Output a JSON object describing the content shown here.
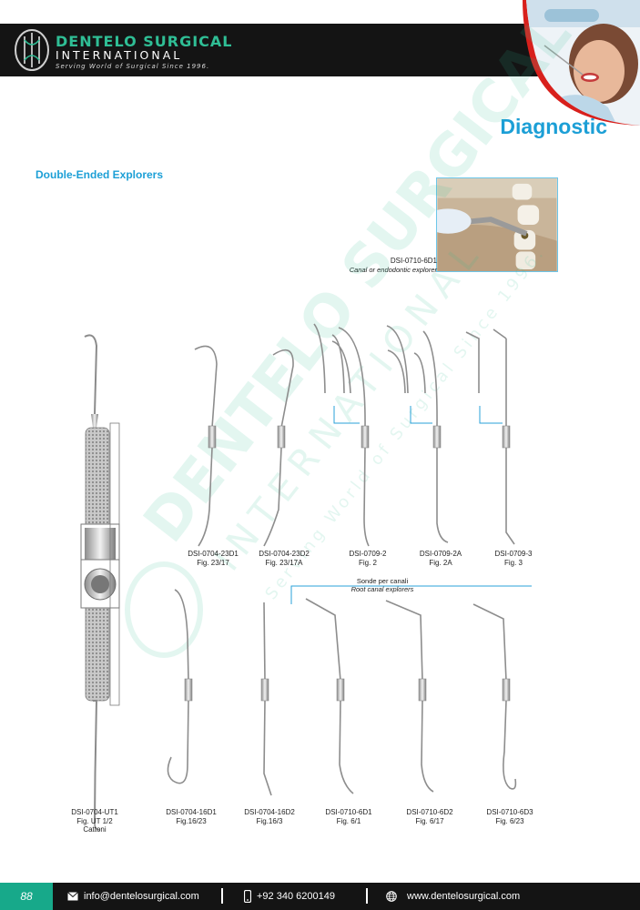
{
  "brand": {
    "name": "DENTELO SURGICAL",
    "sub": "INTERNATIONAL",
    "tagline": "Serving World of Surgical Since 1996."
  },
  "page_title": "Diagnostic",
  "section_title": "Double-Ended Explorers",
  "inset": {
    "code": "DSI-0710-6D1",
    "desc": "Canal or endodontic explorer"
  },
  "root_canal": {
    "it": "Sonde  per canali",
    "en": "Root canal explorers"
  },
  "products_top": [
    {
      "code": "DSI-0704-23D1",
      "fig": "Fig. 23/17"
    },
    {
      "code": "DSI-0704-23D2",
      "fig": "Fig. 23/17A"
    },
    {
      "code": "DSI-0709-2",
      "fig": "Fig. 2"
    },
    {
      "code": "DSI-0709-2A",
      "fig": "Fig. 2A"
    },
    {
      "code": "DSI-0709-3",
      "fig": "Fig. 3"
    }
  ],
  "products_bottom": [
    {
      "code": "DSI-0704-UT1",
      "fig": "Fig. UT 1/2",
      "note": "Cattoni"
    },
    {
      "code": "DSI-0704-16D1",
      "fig": "Fig.16/23"
    },
    {
      "code": "DSI-0704-16D2",
      "fig": "Fig.16/3"
    },
    {
      "code": "DSI-0710-6D1",
      "fig": "Fig. 6/1"
    },
    {
      "code": "DSI-0710-6D2",
      "fig": "Fig. 6/17"
    },
    {
      "code": "DSI-0710-6D3",
      "fig": "Fig. 6/23"
    }
  ],
  "footer": {
    "page": "88",
    "email": "info@dentelosurgical.com",
    "phone": "+92 340 6200149",
    "web": "www.dentelosurgical.com"
  },
  "colors": {
    "accent": "#1c9fd6",
    "brand_green": "#17a98a",
    "dark": "#141414"
  },
  "icons": [
    "envelope-icon",
    "phone-icon",
    "globe-icon"
  ]
}
